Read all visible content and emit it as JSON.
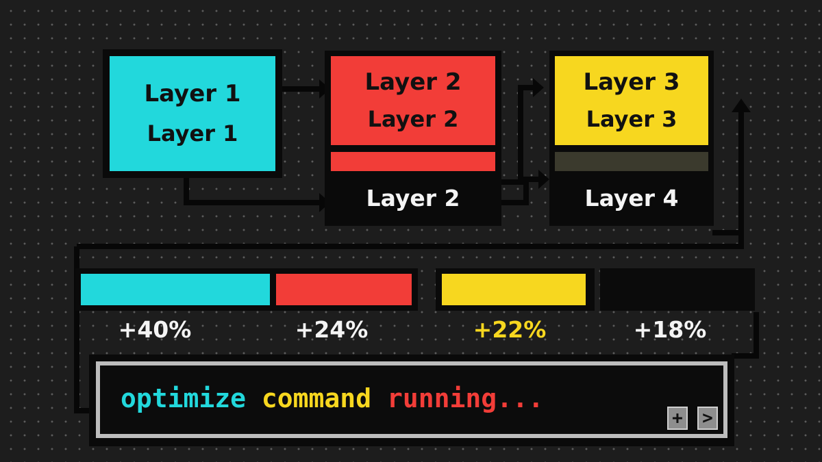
{
  "colors": {
    "cyan": "#22d8dc",
    "red": "#f23d38",
    "yellow": "#f7d71f",
    "dark": "#0b0b0b",
    "olive": "#3b3a2d",
    "background": "#1d1d1d"
  },
  "blocks": [
    {
      "title": "Layer 1",
      "subtitle": "Layer 1",
      "footer": ""
    },
    {
      "title": "Layer 2",
      "subtitle": "Layer 2",
      "footer": "Layer 2"
    },
    {
      "title": "Layer 3",
      "subtitle": "Layer 3",
      "footer": "Layer 4"
    }
  ],
  "gains": [
    {
      "label": "+40%",
      "value": 40,
      "color": "cyan"
    },
    {
      "label": "+24%",
      "value": 24,
      "color": "red"
    },
    {
      "label": "+22%",
      "value": 22,
      "color": "yellow"
    },
    {
      "label": "+18%",
      "value": 18,
      "color": "dark"
    }
  ],
  "terminal": {
    "word1": "optimize",
    "word2": "command",
    "word3": "running...",
    "buttons": {
      "add": "+",
      "next": ">"
    }
  }
}
